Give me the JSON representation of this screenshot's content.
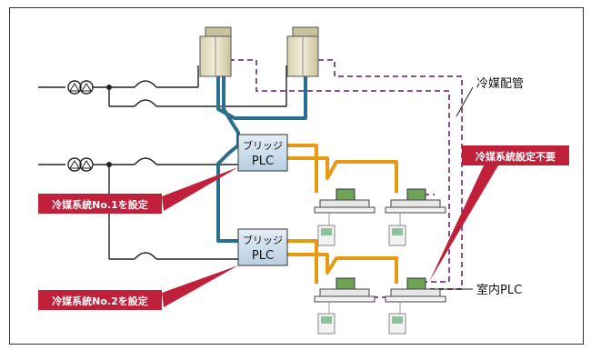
{
  "labels": {
    "refrigerant_piping": "冷媒配管",
    "indoor_plc": "室内PLC",
    "bridge_plc_1_line1": "ブリッジ",
    "bridge_plc_1_line2": "PLC",
    "bridge_plc_2_line1": "ブリッジ",
    "bridge_plc_2_line2": "PLC"
  },
  "callouts": {
    "system1": "冷媒系統No.1を設定",
    "system2": "冷媒系統No.2を設定",
    "no_setting": "冷媒系統設定不要"
  },
  "colors": {
    "solid_pipe": "#2a6f8e",
    "orange_wire": "#e69a14",
    "dashed_wire": "#8a4f8f",
    "callout_red": "#c0203a",
    "plc_fill": "#cfe0ee",
    "outdoor_fill": "#e8e2c8",
    "indoor_top": "#6fa35a"
  }
}
